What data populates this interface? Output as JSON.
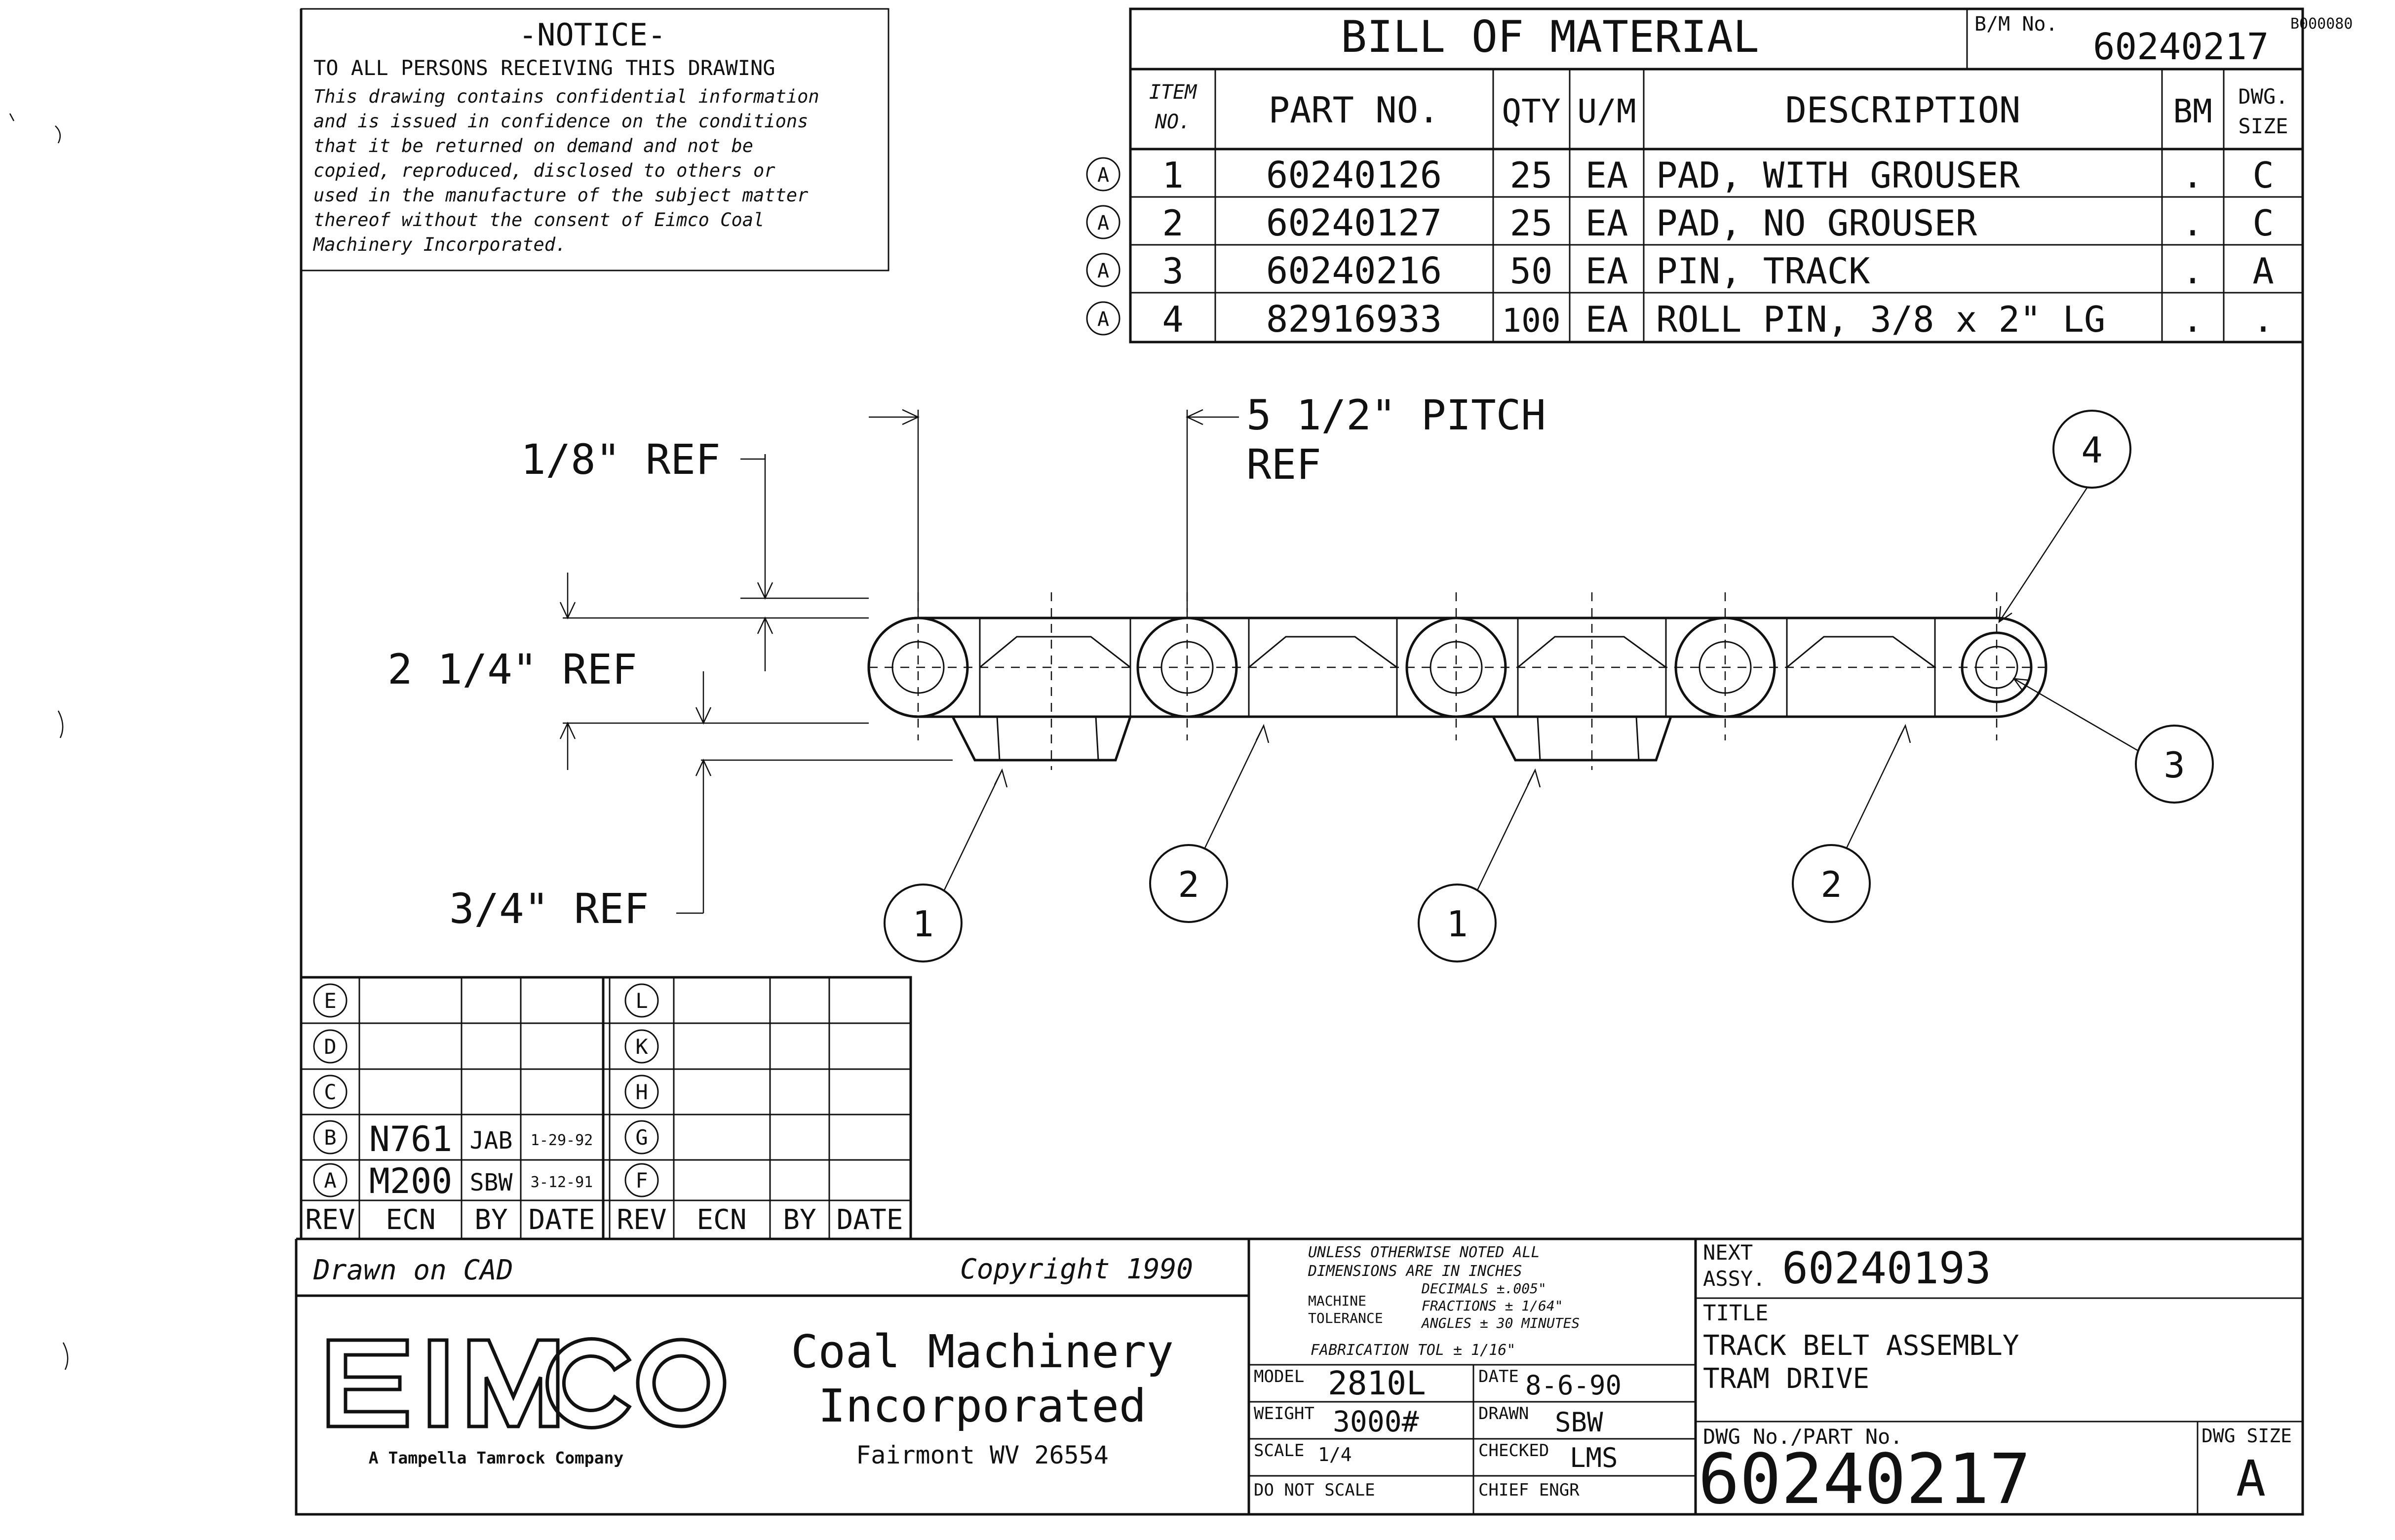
{
  "corner_code": "B000080",
  "notice": {
    "heading": "-NOTICE-",
    "subheading": "TO ALL PERSONS RECEIVING THIS DRAWING",
    "body": [
      "This drawing contains confidential information",
      "and is issued in confidence on the conditions",
      "that it be returned on demand and not be",
      "copied, reproduced, disclosed to others or",
      "used in the manufacture of the subject matter",
      "thereof without the consent of Eimco Coal",
      "Machinery Incorporated."
    ]
  },
  "bom": {
    "title": "BILL OF MATERIAL",
    "bm_no_label": "B/M No.",
    "bm_no": "60240217",
    "headers": {
      "item": "ITEM",
      "item2": "NO.",
      "part": "PART NO.",
      "qty": "QTY",
      "um": "U/M",
      "desc": "DESCRIPTION",
      "bm": "BM",
      "size": "DWG.",
      "size2": "SIZE"
    },
    "rows": [
      {
        "rev": "A",
        "item": "1",
        "part": "60240126",
        "qty": "25",
        "um": "EA",
        "desc": "PAD, WITH GROUSER",
        "bm": ".",
        "size": "C"
      },
      {
        "rev": "A",
        "item": "2",
        "part": "60240127",
        "qty": "25",
        "um": "EA",
        "desc": "PAD, NO GROUSER",
        "bm": ".",
        "size": "C"
      },
      {
        "rev": "A",
        "item": "3",
        "part": "60240216",
        "qty": "50",
        "um": "EA",
        "desc": "PIN, TRACK",
        "bm": ".",
        "size": "A"
      },
      {
        "rev": "A",
        "item": "4",
        "part": "82916933",
        "qty": "100",
        "um": "EA",
        "desc": "ROLL PIN, 3/8 x 2\" LG",
        "bm": ".",
        "size": "."
      }
    ]
  },
  "dims": {
    "pitch": "5 1/2\" PITCH",
    "pitch_ref": "REF",
    "eighth": "1/8\" REF",
    "height": "2 1/4\" REF",
    "three_quarter": "3/4\" REF"
  },
  "balloons": [
    "1",
    "2",
    "1",
    "2",
    "3",
    "4"
  ],
  "revisions": {
    "left_letters": [
      "E",
      "D",
      "C",
      "B",
      "A"
    ],
    "right_letters": [
      "L",
      "K",
      "H",
      "G",
      "F"
    ],
    "entries": [
      {
        "ecn": "N761",
        "by": "JAB",
        "date": "1-29-92"
      },
      {
        "ecn": "M200",
        "by": "SBW",
        "date": "3-12-91"
      }
    ],
    "headers": {
      "rev": "REV",
      "ecn": "ECN",
      "by": "BY",
      "date": "DATE"
    }
  },
  "title_block": {
    "drawn_on": "Drawn on CAD",
    "copyright": "Copyright 1990",
    "company_logo": "EIMCO",
    "company_tag": "A Tampella Tamrock Company",
    "company_line1": "Coal Machinery",
    "company_line2": "Incorporated",
    "company_city": "Fairmont WV 26554",
    "tol_lines": [
      "UNLESS OTHERWISE NOTED ALL",
      "DIMENSIONS ARE IN INCHES",
      "DECIMALS ±.005\"",
      "FRACTIONS ± 1/64\"",
      "ANGLES ± 30 MINUTES",
      "FABRICATION TOL ± 1/16\""
    ],
    "machine_label": "MACHINE",
    "tolerance_label": "TOLERANCE",
    "model_label": "MODEL",
    "model": "2810L",
    "date_label": "DATE",
    "date": "8-6-90",
    "weight_label": "WEIGHT",
    "weight": "3000#",
    "drawn_label": "DRAWN",
    "drawn": "SBW",
    "scale_label": "SCALE",
    "scale": "1/4",
    "checked_label": "CHECKED",
    "checked": "LMS",
    "no_scale": "DO NOT SCALE",
    "chief_label": "CHIEF ENGR",
    "next_label": "NEXT",
    "assy_label": "ASSY.",
    "next_assy": "60240193",
    "title_label": "TITLE",
    "title1": "TRACK BELT ASSEMBLY",
    "title2": "TRAM DRIVE",
    "dwg_no_label": "DWG No./PART No.",
    "dwg_no": "60240217",
    "dwg_size_label": "DWG SIZE",
    "dwg_size": "A"
  }
}
